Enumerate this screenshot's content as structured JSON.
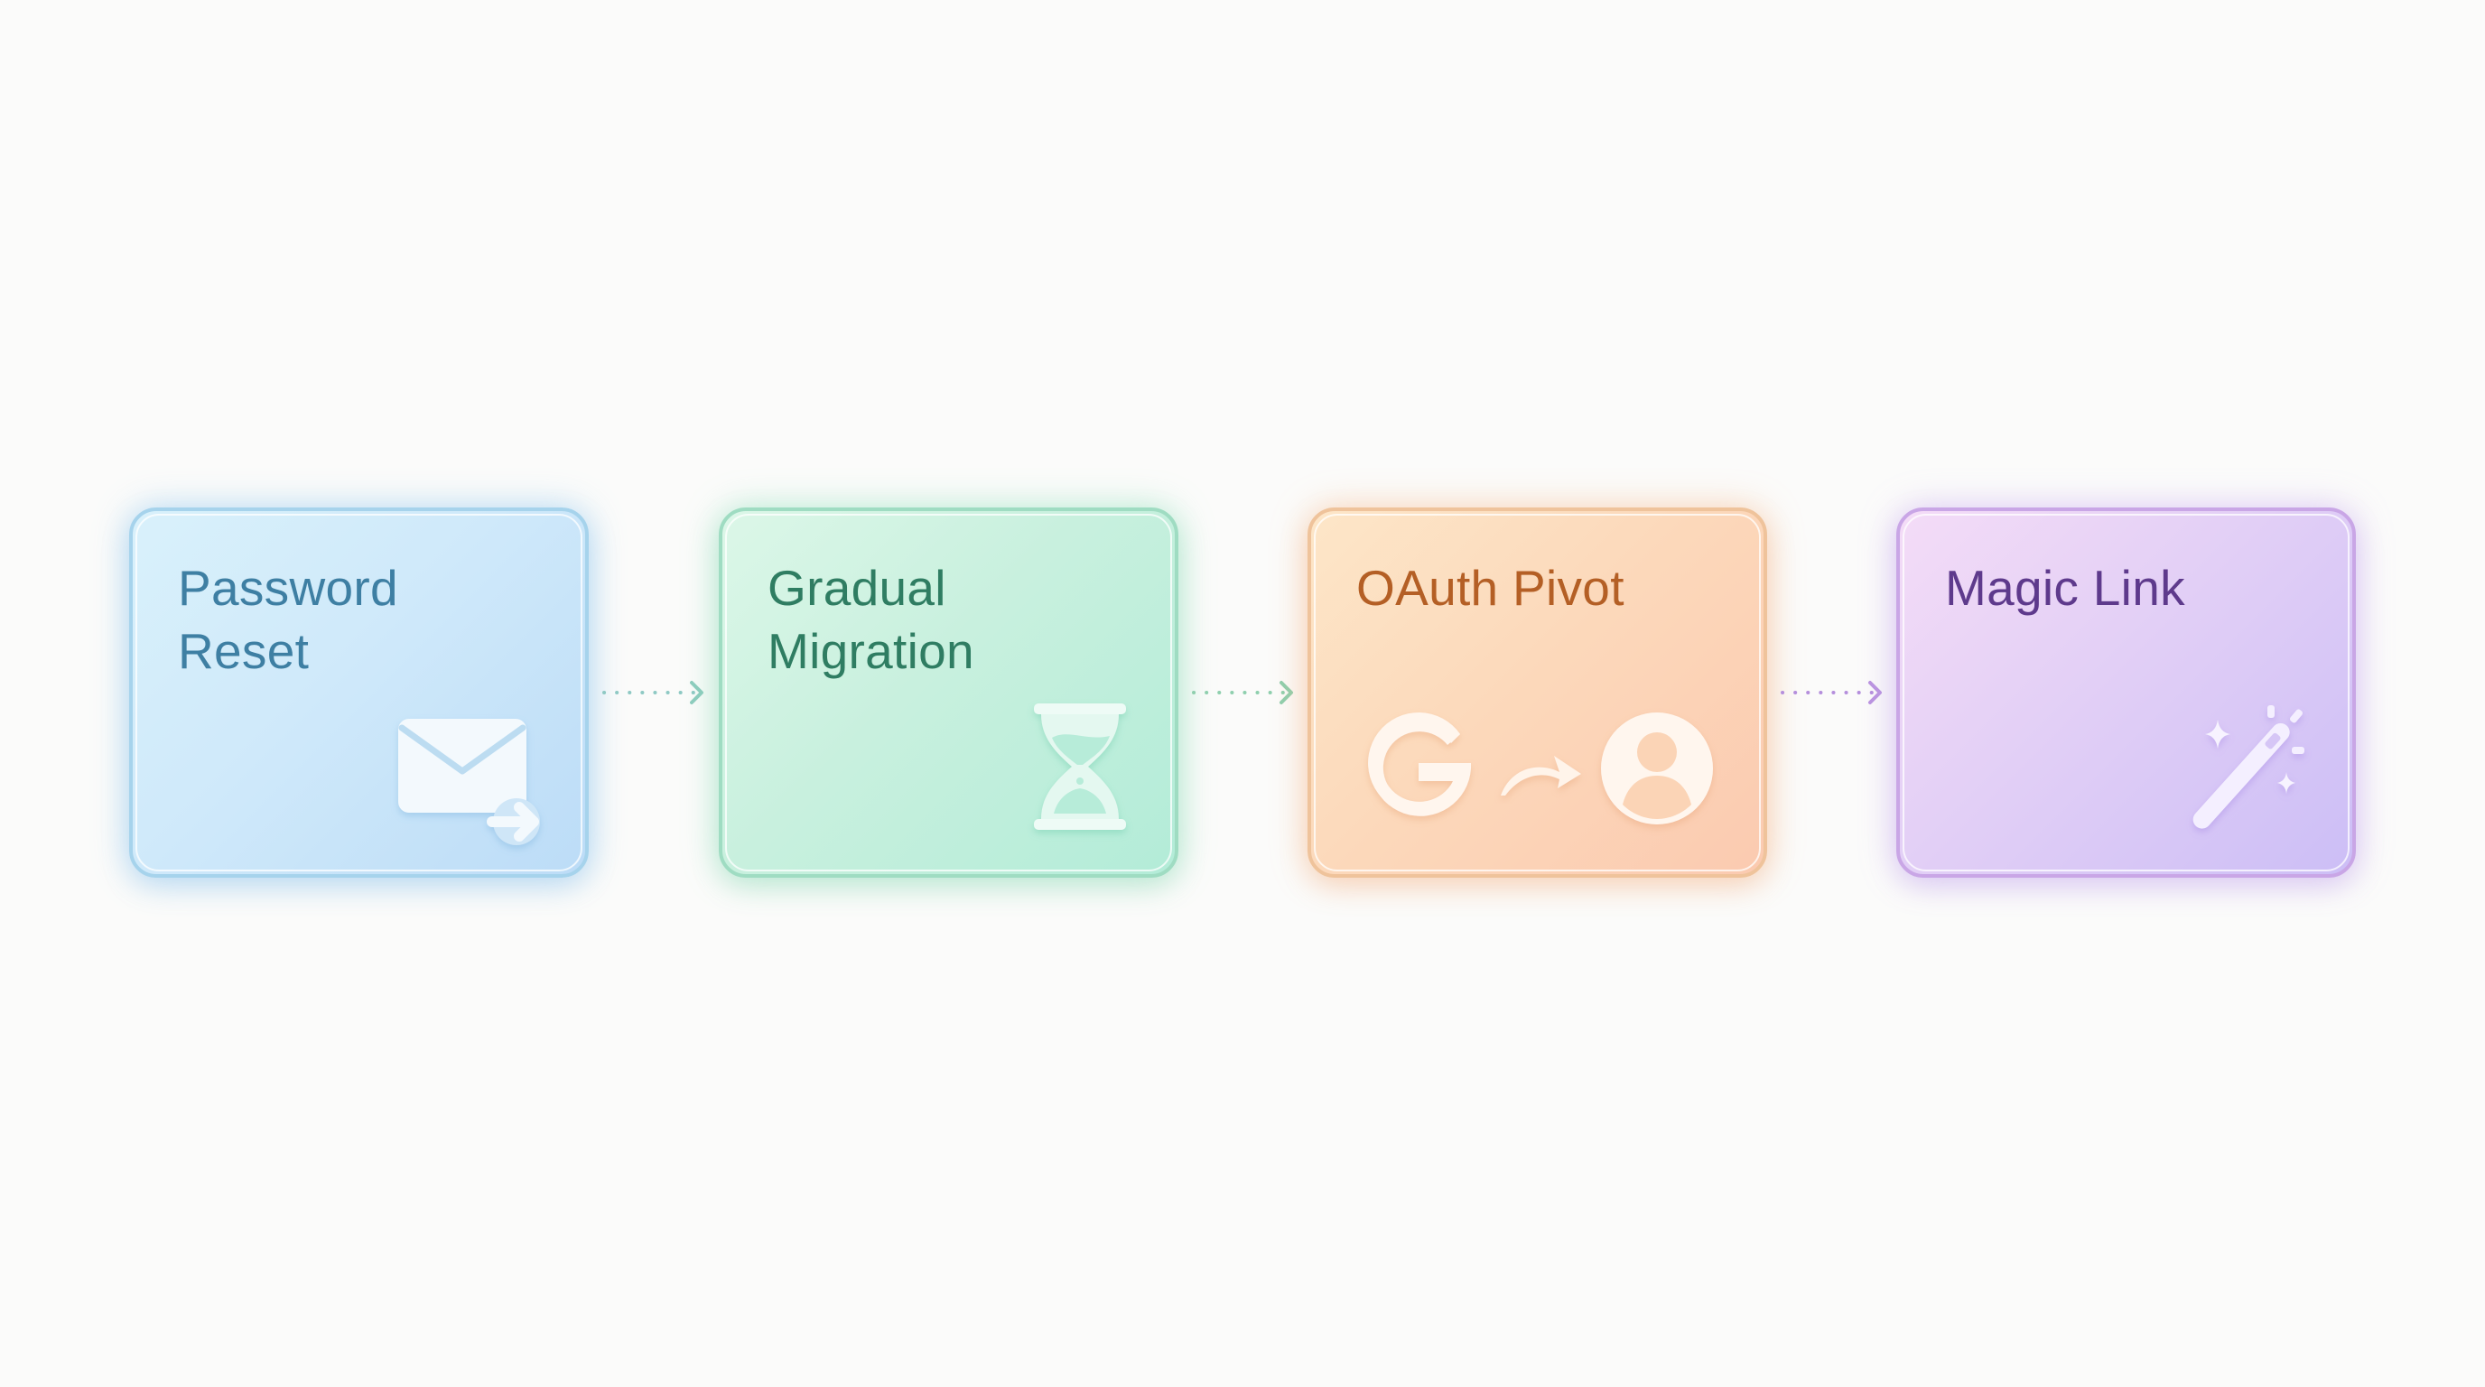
{
  "diagram": {
    "type": "flow",
    "direction": "left-to-right",
    "background": "#fbfbfa",
    "steps": [
      {
        "id": "password-reset",
        "title": "Password\nReset",
        "icon": "envelope-arrow-icon",
        "colors": {
          "text": "#3e7fa3",
          "border": "#a6d3ec",
          "fill": "#cfe9fa"
        }
      },
      {
        "id": "gradual-migration",
        "title": "Gradual\nMigration",
        "icon": "hourglass-icon",
        "colors": {
          "text": "#2f7d62",
          "border": "#9fdcc2",
          "fill": "#c8f0de"
        }
      },
      {
        "id": "oauth-pivot",
        "title": "OAuth Pivot",
        "icon": "google-to-user-icon",
        "colors": {
          "text": "#b45f25",
          "border": "#efc39b",
          "fill": "#fcd9bb"
        }
      },
      {
        "id": "magic-link",
        "title": "Magic Link",
        "icon": "magic-wand-icon",
        "colors": {
          "text": "#5e3a8c",
          "border": "#c9a6e6",
          "fill": "#e2cff6"
        }
      }
    ],
    "connectors": [
      {
        "from": "password-reset",
        "to": "gradual-migration",
        "style": "dotted-arrow",
        "color": "#8fc9c4"
      },
      {
        "from": "gradual-migration",
        "to": "oauth-pivot",
        "style": "dotted-arrow",
        "color": "#8fcfae"
      },
      {
        "from": "oauth-pivot",
        "to": "magic-link",
        "style": "dotted-arrow",
        "color": "#b58fdc"
      }
    ]
  }
}
